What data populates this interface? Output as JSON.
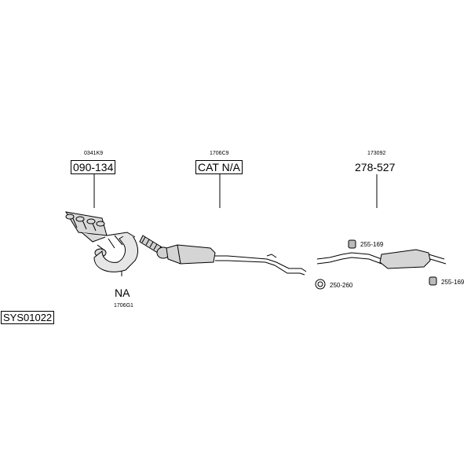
{
  "diagram_id": "SYS01022",
  "parts": {
    "manifold": {
      "ref_code": "0341K9",
      "part_number": "090-134"
    },
    "catalyst": {
      "ref_code": "1706C9",
      "part_number": "CAT N/A"
    },
    "rear_silencer": {
      "ref_code": "173092",
      "part_number": "278-527"
    },
    "front_pipe": {
      "label": "NA",
      "ref_code": "1706G1"
    }
  },
  "fittings": {
    "rubber_mount_upper": "255-169",
    "rubber_mount_lower": "255-169",
    "clamp": "250-260"
  }
}
